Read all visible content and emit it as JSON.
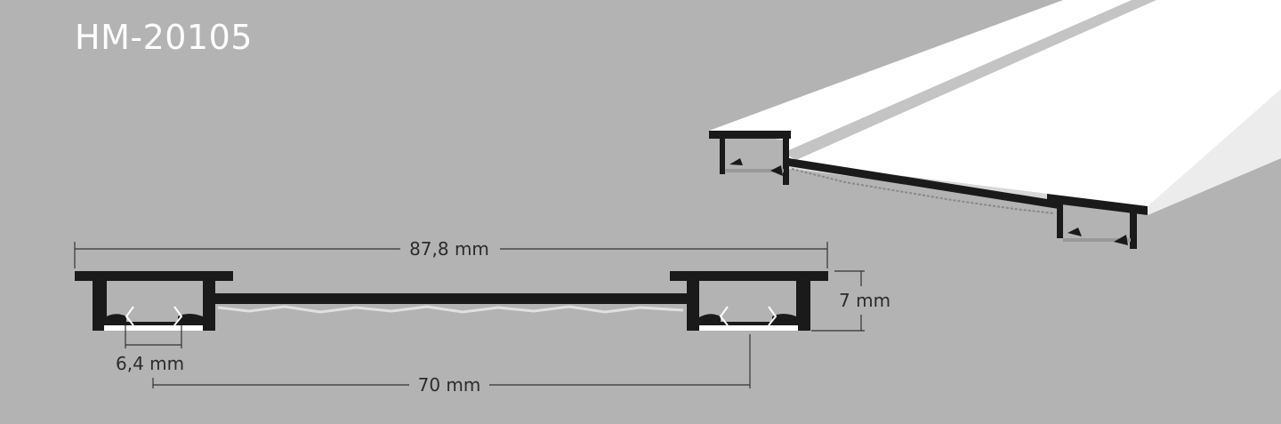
{
  "title": "HM-20105",
  "dimensions": {
    "overall_width": "87,8 mm",
    "height": "7 mm",
    "led_width": "6,4 mm",
    "channel_spacing": "70 mm"
  },
  "colors": {
    "background": "#b3b3b3",
    "profile": "#1a1a1a",
    "surface": "#ffffff",
    "dimension_line": "#333333"
  }
}
